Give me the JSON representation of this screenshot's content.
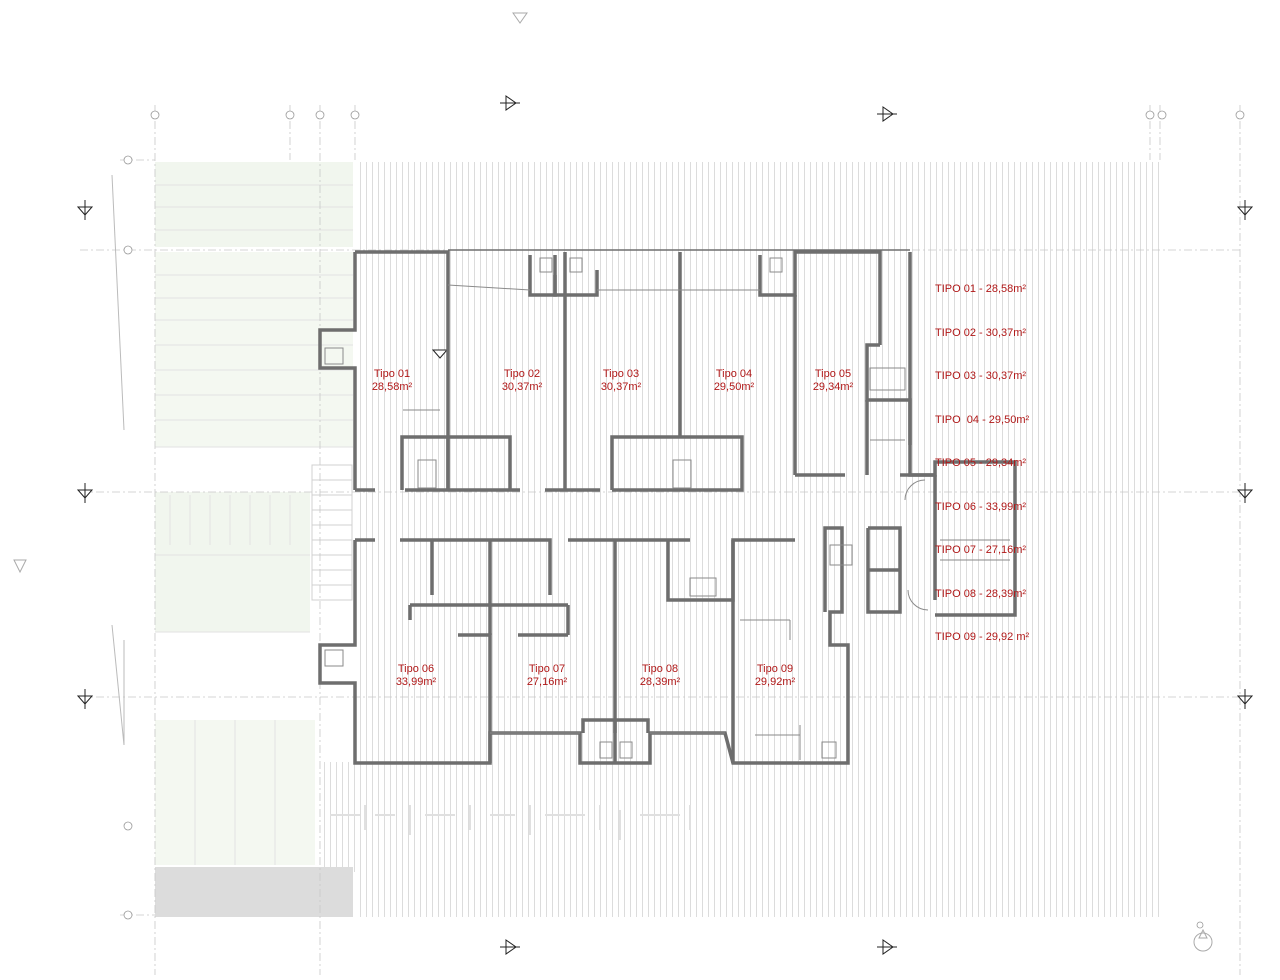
{
  "legend": {
    "entries": [
      "TIPO 01 - 28,58m²",
      "TIPO 02 - 30,37m²",
      "TIPO 03 - 30,37m²",
      "TIPO  04 - 29,50m²",
      "TIPO 05 - 29,34m²",
      "TIPO 06 - 33,99m²",
      "TIPO 07 - 27,16m²",
      "TIPO 08 - 28,39m²",
      "TIPO 09 - 29,92 m²"
    ]
  },
  "units": [
    {
      "name": "Tipo 01",
      "area": "28,58m²"
    },
    {
      "name": "Tipo 02",
      "area": "30,37m²"
    },
    {
      "name": "Tipo 03",
      "area": "30,37m²"
    },
    {
      "name": "Tipo 04",
      "area": "29,50m²"
    },
    {
      "name": "Tipo 05",
      "area": "29,34m²"
    },
    {
      "name": "Tipo 06",
      "area": "33,99m²"
    },
    {
      "name": "Tipo 07",
      "area": "27,16m²"
    },
    {
      "name": "Tipo 08",
      "area": "28,39m²"
    },
    {
      "name": "Tipo 09",
      "area": "29,92m²"
    }
  ],
  "colors": {
    "wall": "#6e6e6e",
    "label": "#b01818",
    "grid": "#c8c8c8",
    "green_zone": "#f1f6ee",
    "grey_zone": "#dcdcdc"
  },
  "icons": [
    "section-marker-icon",
    "north-arrow-icon",
    "grid-bubble-icon"
  ]
}
